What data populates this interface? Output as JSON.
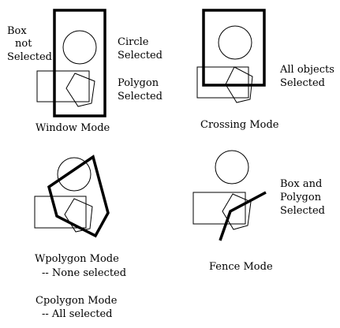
{
  "panels": {
    "window": {
      "box_label_1": "Box",
      "box_label_2": "not",
      "box_label_3": "Selected",
      "circle_label_1": "Circle",
      "circle_label_2": "Selected",
      "polygon_label_1": "Polygon",
      "polygon_label_2": "Selected",
      "mode_label": "Window Mode"
    },
    "crossing": {
      "result_label_1": "All objects",
      "result_label_2": "Selected",
      "mode_label": "Crossing Mode"
    },
    "wpolygon": {
      "mode_label": "Wpolygon Mode",
      "result_label": "-- None selected"
    },
    "fence": {
      "result_label_1": "Box and",
      "result_label_2": "Polygon",
      "result_label_3": "Selected",
      "mode_label": "Fence Mode"
    },
    "cpolygon": {
      "mode_label": "Cpolygon Mode",
      "result_label": "-- All selected"
    }
  }
}
